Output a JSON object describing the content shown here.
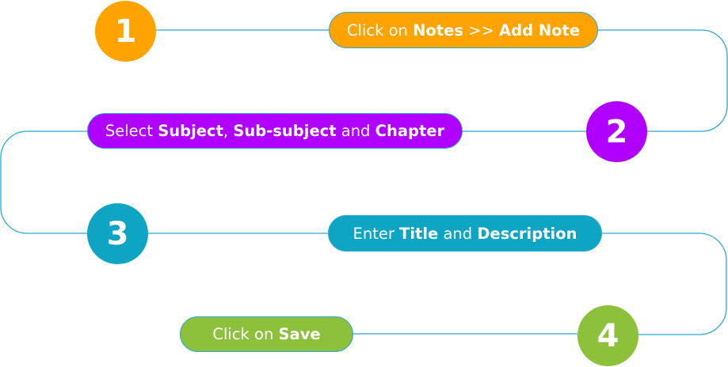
{
  "steps": [
    {
      "number": "1",
      "color": "#ffa300",
      "parts": [
        {
          "text": "Click on ",
          "bold": false
        },
        {
          "text": "Notes",
          "bold": true
        },
        {
          "text": " >> ",
          "bold": false
        },
        {
          "text": "Add Note",
          "bold": true
        }
      ]
    },
    {
      "number": "2",
      "color": "#b000ff",
      "parts": [
        {
          "text": "Select ",
          "bold": false
        },
        {
          "text": "Subject",
          "bold": true
        },
        {
          "text": ", ",
          "bold": false
        },
        {
          "text": "Sub-subject",
          "bold": true
        },
        {
          "text": " and ",
          "bold": false
        },
        {
          "text": "Chapter",
          "bold": true
        }
      ]
    },
    {
      "number": "3",
      "color": "#0ea5c4",
      "parts": [
        {
          "text": "Enter ",
          "bold": false
        },
        {
          "text": "Title",
          "bold": true
        },
        {
          "text": " and ",
          "bold": false
        },
        {
          "text": "Description",
          "bold": true
        }
      ]
    },
    {
      "number": "4",
      "color": "#8dc03b",
      "parts": [
        {
          "text": "Click on ",
          "bold": false
        },
        {
          "text": "Save",
          "bold": true
        }
      ]
    }
  ],
  "connector_color": "#2aa8d8"
}
